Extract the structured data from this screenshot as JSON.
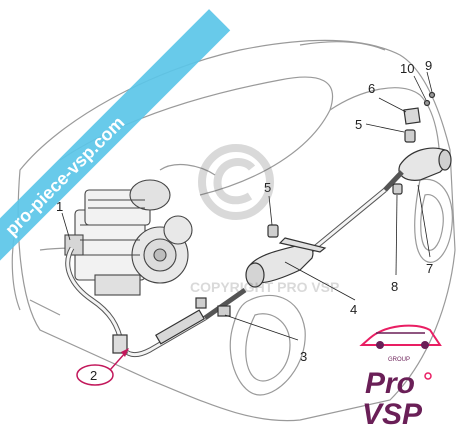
{
  "watermark": {
    "banner_text": "pro-piece-vsp.com",
    "center_text": "COPYRIGHT PRO VSP",
    "banner_color": "#5bc6e8"
  },
  "callouts": [
    "1",
    "2",
    "3",
    "4",
    "5",
    "5",
    "6",
    "7",
    "8",
    "9",
    "10"
  ],
  "highlighted_callout": "2",
  "highlight_color": "#c2185b",
  "logo": {
    "top_text": "Pro",
    "bottom_text": "VSP",
    "group_text": "GROUP",
    "brand_color": "#6a1f57",
    "accent_color": "#e91e63"
  }
}
